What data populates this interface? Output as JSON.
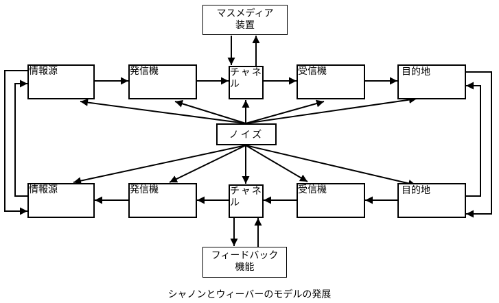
{
  "diagram": {
    "title": "シャノンとウィーバーのモデルの発展",
    "top_row": [
      {
        "id": "source",
        "label": "情報源"
      },
      {
        "id": "transmitter",
        "label": "発信機"
      },
      {
        "id": "channel",
        "label": "チャネル"
      },
      {
        "id": "receiver",
        "label": "受信機"
      },
      {
        "id": "destination",
        "label": "目的地"
      }
    ],
    "bottom_row": [
      {
        "id": "source",
        "label": "情報源"
      },
      {
        "id": "transmitter",
        "label": "発信機"
      },
      {
        "id": "channel",
        "label": "チャネル"
      },
      {
        "id": "receiver",
        "label": "受信機"
      },
      {
        "id": "destination",
        "label": "目的地"
      }
    ],
    "mass_media": {
      "line1": "マスメディア",
      "line2": "装置"
    },
    "noise": {
      "label": "ノイズ"
    },
    "feedback": {
      "line1": "フィードバック",
      "line2": "機能"
    },
    "edges": [
      {
        "from": "top.source",
        "to": "top.transmitter"
      },
      {
        "from": "top.transmitter",
        "to": "top.channel"
      },
      {
        "from": "top.channel",
        "to": "top.receiver"
      },
      {
        "from": "top.receiver",
        "to": "top.destination"
      },
      {
        "from": "mass_media",
        "to": "top.channel"
      },
      {
        "from": "top.channel",
        "to": "mass_media"
      },
      {
        "from": "noise",
        "to": "top.source"
      },
      {
        "from": "noise",
        "to": "top.transmitter"
      },
      {
        "from": "noise",
        "to": "top.channel"
      },
      {
        "from": "noise",
        "to": "top.receiver"
      },
      {
        "from": "noise",
        "to": "top.destination"
      },
      {
        "from": "noise",
        "to": "bottom.source"
      },
      {
        "from": "noise",
        "to": "bottom.transmitter"
      },
      {
        "from": "noise",
        "to": "bottom.channel"
      },
      {
        "from": "noise",
        "to": "bottom.receiver"
      },
      {
        "from": "noise",
        "to": "bottom.destination"
      },
      {
        "from": "bottom.destination",
        "to": "bottom.receiver"
      },
      {
        "from": "bottom.receiver",
        "to": "bottom.channel"
      },
      {
        "from": "bottom.channel",
        "to": "bottom.transmitter"
      },
      {
        "from": "bottom.transmitter",
        "to": "bottom.source"
      },
      {
        "from": "bottom.channel",
        "to": "feedback"
      },
      {
        "from": "feedback",
        "to": "bottom.channel"
      },
      {
        "from": "top.source",
        "to": "bottom.source"
      },
      {
        "from": "bottom.source",
        "to": "top.source"
      },
      {
        "from": "top.destination",
        "to": "bottom.destination"
      },
      {
        "from": "bottom.destination",
        "to": "top.destination"
      }
    ]
  }
}
